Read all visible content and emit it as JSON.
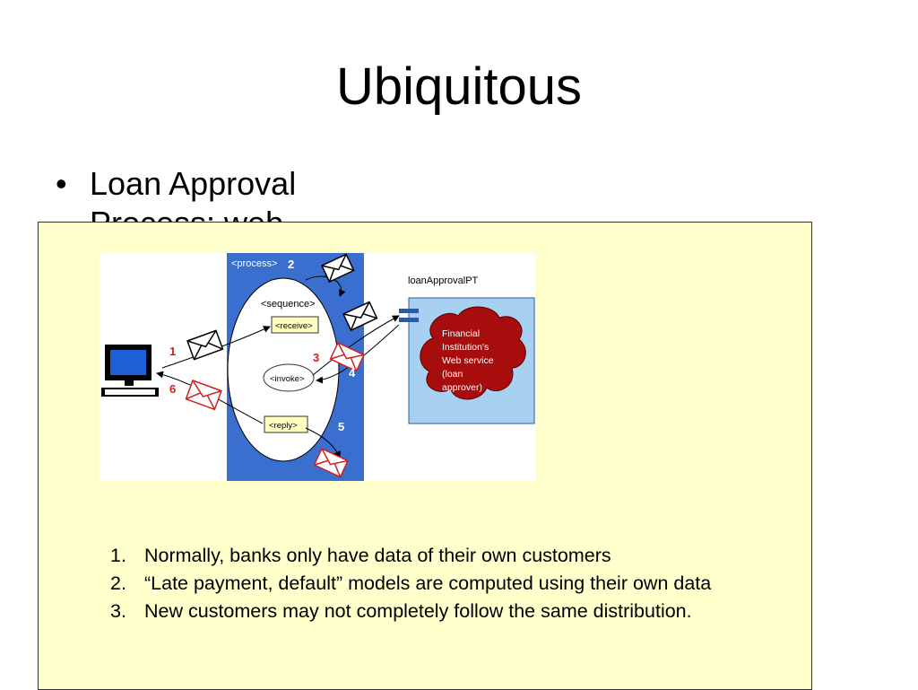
{
  "slide": {
    "title": "Ubiquitous",
    "bullet_1": "Loan Approval",
    "bullet_2": "Process: web..."
  },
  "diagram": {
    "process_label": "<process>",
    "sequence_label": "<sequence>",
    "receive_label": "<receive>",
    "invoke_label": "<invoke>",
    "reply_label": "<reply>",
    "port_type_label": "loanApprovalPT",
    "service_lines": [
      "Financial",
      "Institution's",
      "Web service",
      "(loan",
      "approver)"
    ],
    "step_numbers": [
      "1",
      "2",
      "3",
      "4",
      "5",
      "6"
    ],
    "colors": {
      "process_bg": "#3a6fcf",
      "port_bg": "#a8d0f0",
      "cloud": "#a80d0d",
      "step_red": "#cc2222",
      "step_white": "#ffffff",
      "activity_box": "#ffffc0"
    }
  },
  "notes": [
    {
      "num": "1.",
      "text": "Normally, banks only have data of their own customers"
    },
    {
      "num": "2.",
      "text": "“Late payment, default” models are computed using their own data"
    },
    {
      "num": "3.",
      "text": "New customers may not completely follow the same distribution."
    }
  ]
}
